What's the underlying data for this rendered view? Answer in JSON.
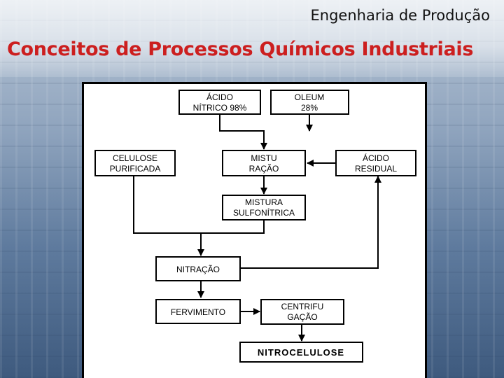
{
  "header": {
    "course": "Engenharia de Produção",
    "title": "Conceitos de Processos Químicos Industriais"
  },
  "diagram": {
    "nodes": {
      "acido_nitrico": [
        "ÁCIDO",
        "NÍTRICO 98%"
      ],
      "oleum": [
        "OLEUM",
        "28%"
      ],
      "celulose": [
        "CELULOSE",
        "PURIFICADA"
      ],
      "mistu_racao": [
        "MISTU",
        "RAÇÃO"
      ],
      "acido_residual": [
        "ÁCIDO",
        "RESIDUAL"
      ],
      "mistura_sulfonitrica": [
        "MISTURA",
        "SULFONÍTRICA"
      ],
      "nitracao": [
        "NITRAÇÃO"
      ],
      "fervimento": [
        "FERVIMENTO"
      ],
      "centrifugacao": [
        "CENTRIFU",
        "GAÇÃO"
      ],
      "nitrocelulose": [
        "NITROCELULOSE"
      ]
    }
  }
}
